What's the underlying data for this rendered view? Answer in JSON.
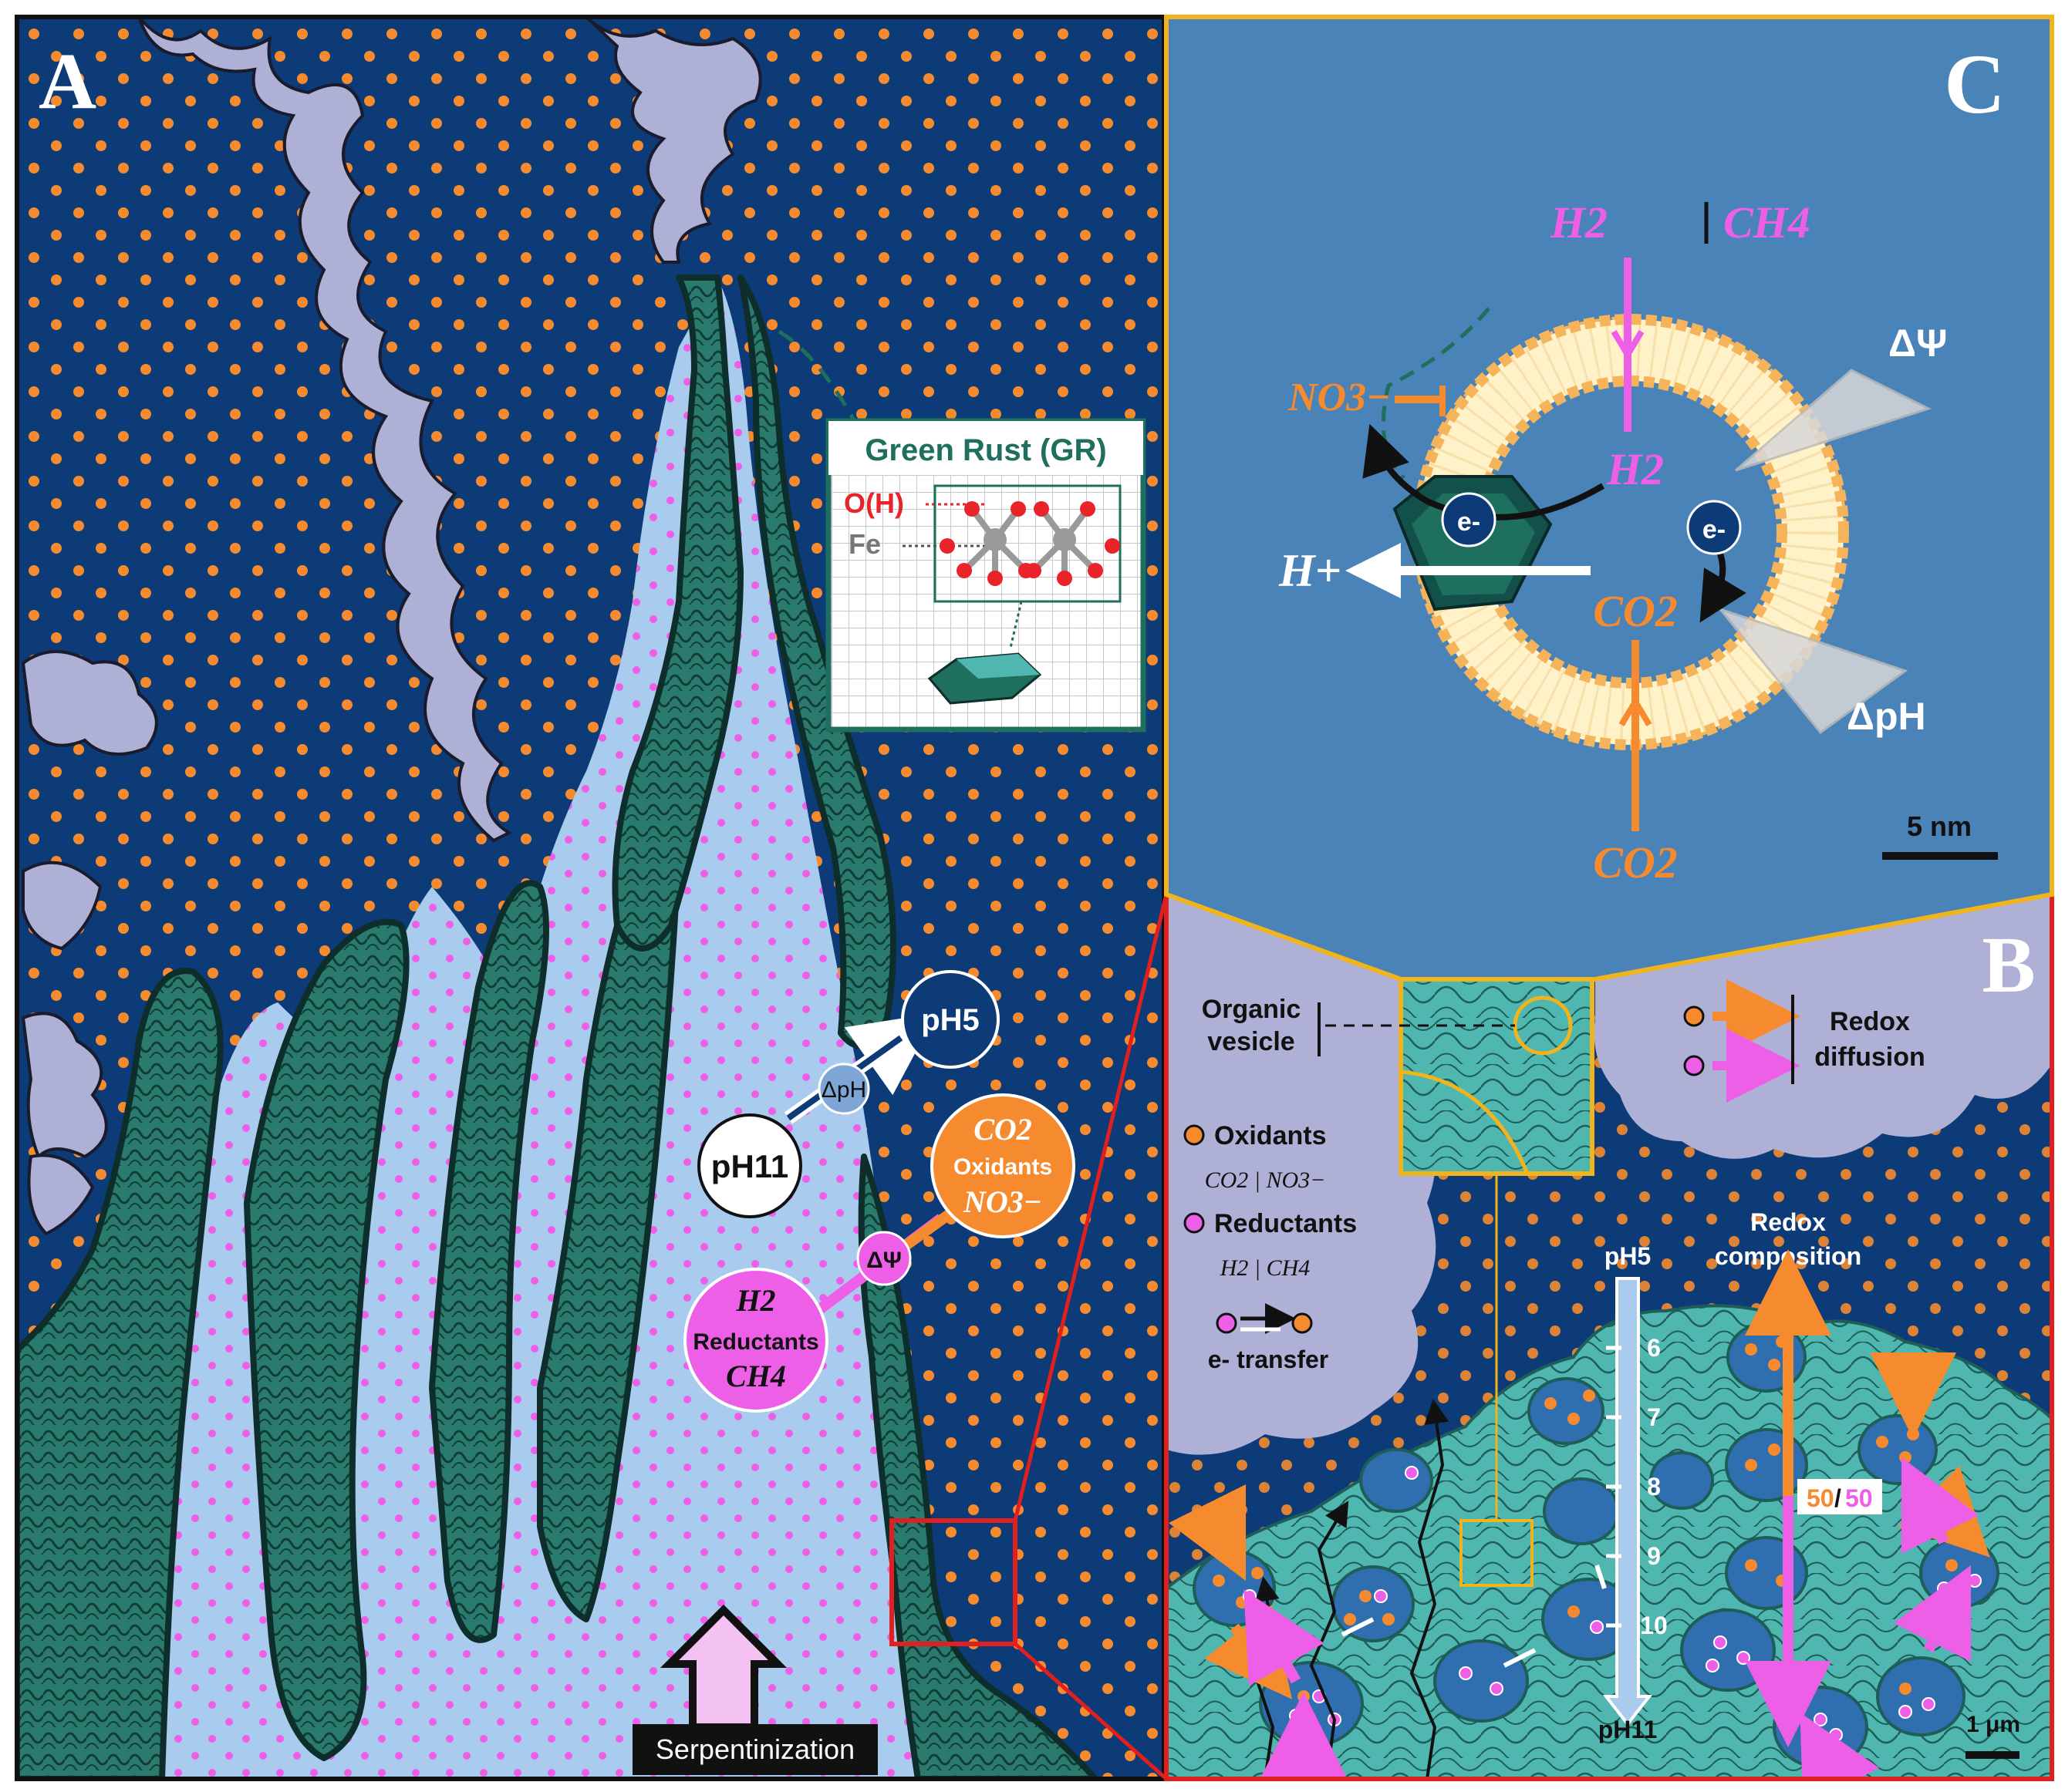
{
  "panels": {
    "a": {
      "letter": "A"
    },
    "b": {
      "letter": "B"
    },
    "c": {
      "letter": "C"
    }
  },
  "panel_a": {
    "green_rust": {
      "title": "Green Rust (GR)",
      "oh_label": "O(H)",
      "fe_label": "Fe"
    },
    "ph_high": "pH11",
    "ph_low": "pH5",
    "delta_ph": "ΔpH",
    "delta_psi": "ΔΨ",
    "oxidants": {
      "top": "CO2",
      "label": "Oxidants",
      "bottom": "NO3−"
    },
    "reductants": {
      "top": "H2",
      "label": "Reductants",
      "bottom": "CH4"
    },
    "serpentinization": "Serpentinization"
  },
  "panel_c": {
    "top_h2": "H2",
    "top_ch4": "CH4",
    "no3": "NO3−",
    "h_plus": "H+",
    "inner_h2": "H2",
    "inner_co2": "CO2",
    "bottom_co2": "CO2",
    "electron": "e-",
    "delta_psi": "ΔΨ",
    "delta_ph": "ΔpH",
    "scale": "5 nm"
  },
  "panel_b": {
    "organic_vesicle": [
      "Organic",
      "vesicle"
    ],
    "redox_diffusion": [
      "Redox",
      "diffusion"
    ],
    "oxidants_label": "Oxidants",
    "oxidants_formula": "CO2 | NO3−",
    "reductants_label": "Reductants",
    "reductants_formula": "H2 | CH4",
    "e_transfer": "e- transfer",
    "ph_top": "pH5",
    "ph_bottom": "pH11",
    "ph_ticks": [
      "6",
      "7",
      "8",
      "9",
      "10"
    ],
    "redox_composition": [
      "Redox",
      "composition"
    ],
    "ratio_left": "50",
    "ratio_sep": "/",
    "ratio_right": "50",
    "scale": "1 μm"
  },
  "colors": {
    "ocean": "#0c3b78",
    "vent_fluid": "#a9cbee",
    "mineral": "#2b7a6e",
    "mineral_dark": "#0d2e2a",
    "cloud": "#aeb0d6",
    "oxidant": "#f58a2e",
    "reductant": "#f06af0",
    "panel_c_bg": "#4a83b8",
    "membrane": "#fff2c8",
    "membrane_head": "#f6b45a",
    "frame_c": "#f0b51e",
    "frame_b": "#e01f1f",
    "gr_hex": "#13504a"
  }
}
